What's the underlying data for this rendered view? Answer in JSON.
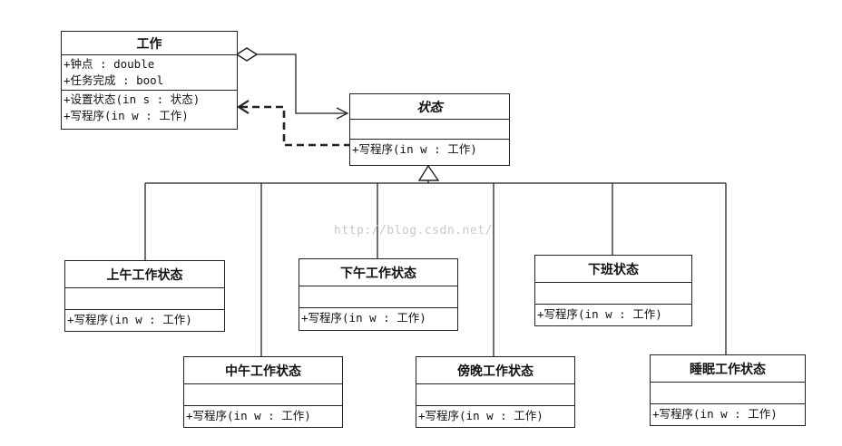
{
  "work_class": {
    "name": "工作",
    "attributes": [
      "+钟点 : double",
      "+任务完成 : bool"
    ],
    "operations": [
      "+设置状态(in s : 状态)",
      "+写程序(in w : 工作)"
    ]
  },
  "state_class": {
    "name": "状态",
    "operations": [
      "+写程序(in w : 工作)"
    ]
  },
  "subclasses": [
    {
      "name": "上午工作状态",
      "operation": "+写程序(in w : 工作)"
    },
    {
      "name": "中午工作状态",
      "operation": "+写程序(in w : 工作)"
    },
    {
      "name": "下午工作状态",
      "operation": "+写程序(in w : 工作)"
    },
    {
      "name": "傍晚工作状态",
      "operation": "+写程序(in w : 工作)"
    },
    {
      "name": "下班状态",
      "operation": "+写程序(in w : 工作)"
    },
    {
      "name": "睡眠工作状态",
      "operation": "+写程序(in w : 工作)"
    }
  ],
  "watermark": "http://blog.csdn.net/",
  "colors": {
    "line": "#222222",
    "watermark": "#c8c8c8"
  }
}
